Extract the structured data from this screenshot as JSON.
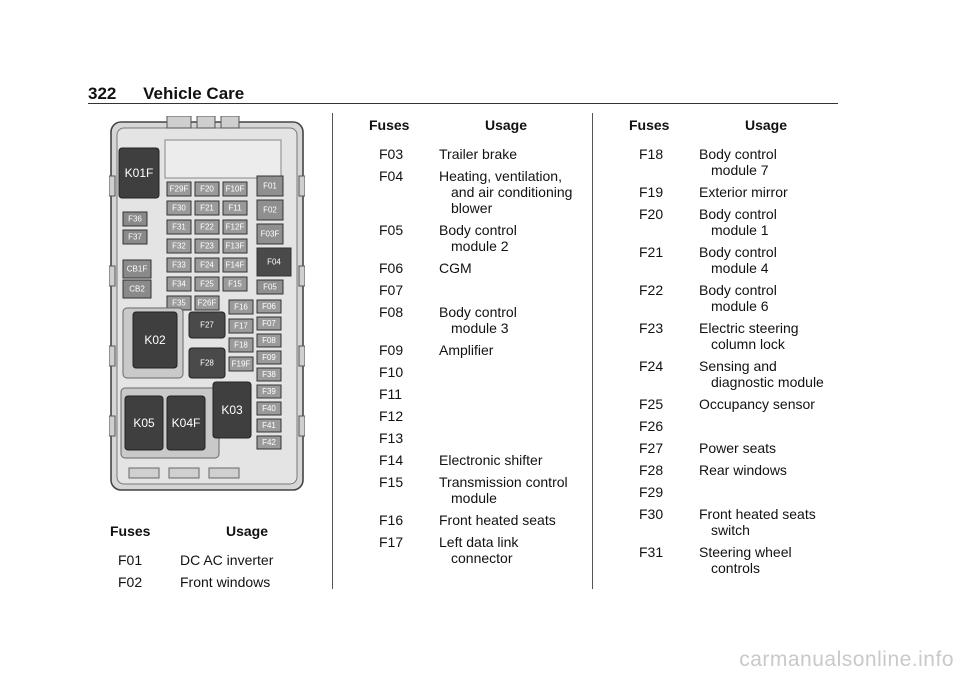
{
  "header": {
    "page_number": "322",
    "title": "Vehicle Care"
  },
  "columns": {
    "fuses_label": "Fuses",
    "usage_label": "Usage"
  },
  "table_left": [
    {
      "fuse": "F01",
      "usage": "DC AC inverter"
    },
    {
      "fuse": "F02",
      "usage": "Front windows"
    }
  ],
  "table_mid": [
    {
      "fuse": "F03",
      "usage": "Trailer brake"
    },
    {
      "fuse": "F04",
      "usage": "Heating, ventilation, and air conditioning blower",
      "lines": [
        "Heating, ventilation,",
        "and air conditioning",
        "blower"
      ]
    },
    {
      "fuse": "F05",
      "usage": "Body control module 2",
      "lines": [
        "Body control",
        "module 2"
      ]
    },
    {
      "fuse": "F06",
      "usage": "CGM"
    },
    {
      "fuse": "F07",
      "usage": ""
    },
    {
      "fuse": "F08",
      "usage": "Body control module 3",
      "lines": [
        "Body control",
        "module 3"
      ]
    },
    {
      "fuse": "F09",
      "usage": "Amplifier"
    },
    {
      "fuse": "F10",
      "usage": ""
    },
    {
      "fuse": "F11",
      "usage": ""
    },
    {
      "fuse": "F12",
      "usage": ""
    },
    {
      "fuse": "F13",
      "usage": ""
    },
    {
      "fuse": "F14",
      "usage": "Electronic shifter"
    },
    {
      "fuse": "F15",
      "usage": "Transmission control module",
      "lines": [
        "Transmission control",
        "module"
      ]
    },
    {
      "fuse": "F16",
      "usage": "Front heated seats"
    },
    {
      "fuse": "F17",
      "usage": "Left data link connector",
      "lines": [
        "Left data link",
        "connector"
      ]
    }
  ],
  "table_right": [
    {
      "fuse": "F18",
      "usage": "Body control module 7",
      "lines": [
        "Body control",
        "module 7"
      ]
    },
    {
      "fuse": "F19",
      "usage": "Exterior mirror"
    },
    {
      "fuse": "F20",
      "usage": "Body control module 1",
      "lines": [
        "Body control",
        "module 1"
      ]
    },
    {
      "fuse": "F21",
      "usage": "Body control module 4",
      "lines": [
        "Body control",
        "module 4"
      ]
    },
    {
      "fuse": "F22",
      "usage": "Body control module 6",
      "lines": [
        "Body control",
        "module 6"
      ]
    },
    {
      "fuse": "F23",
      "usage": "Electric steering column lock",
      "lines": [
        "Electric steering",
        "column lock"
      ]
    },
    {
      "fuse": "F24",
      "usage": "Sensing and diagnostic module",
      "lines": [
        "Sensing and",
        "diagnostic module"
      ]
    },
    {
      "fuse": "F25",
      "usage": "Occupancy sensor"
    },
    {
      "fuse": "F26",
      "usage": ""
    },
    {
      "fuse": "F27",
      "usage": "Power seats"
    },
    {
      "fuse": "F28",
      "usage": "Rear windows"
    },
    {
      "fuse": "F29",
      "usage": ""
    },
    {
      "fuse": "F30",
      "usage": "Front heated seats switch",
      "lines": [
        "Front heated seats",
        "switch"
      ]
    },
    {
      "fuse": "F31",
      "usage": "Steering wheel controls",
      "lines": [
        "Steering wheel",
        "controls"
      ]
    }
  ],
  "diagram": {
    "relays": [
      "K01F",
      "K02",
      "K03",
      "K04F",
      "K05"
    ],
    "large_fuses": [
      "F27",
      "F28"
    ],
    "left_small": [
      "F36",
      "F37",
      "CB1F",
      "CB2"
    ],
    "mini_grid": [
      [
        "F29F",
        "F20",
        "F10F"
      ],
      [
        "F30",
        "F21",
        "F11"
      ],
      [
        "F31",
        "F22",
        "F12F"
      ],
      [
        "F32",
        "F23",
        "F13F"
      ],
      [
        "F33",
        "F24",
        "F14F"
      ],
      [
        "F34",
        "F25",
        "F15"
      ],
      [
        "F35",
        "F26F"
      ]
    ],
    "right_col_top": [
      "F01",
      "F02",
      "F03F",
      "F04",
      "F05"
    ],
    "mid_col": [
      "F16",
      "F17",
      "F18",
      "F19F"
    ],
    "right_col": [
      "F06",
      "F07",
      "F08",
      "F09",
      "F38",
      "F39",
      "F40",
      "F41",
      "F42"
    ]
  },
  "watermark": "carmanualsonline.info"
}
